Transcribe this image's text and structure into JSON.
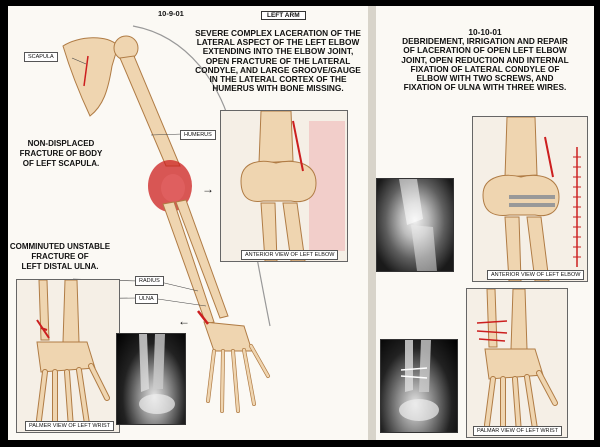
{
  "left": {
    "date": "10-9-01",
    "title": "LEFT ARM",
    "injury_description": [
      "SEVERE COMPLEX LACERATION OF THE",
      "LATERAL ASPECT OF THE LEFT ELBOW",
      "EXTENDING INTO THE ELBOW JOINT,",
      "OPEN FRACTURE OF THE LATERAL",
      "CONDYLE, AND LARGE GROOVE/GAUGE",
      "IN THE LATERAL CORTEX OF THE",
      "HUMERUS WITH BONE MISSING."
    ],
    "scapula_note": [
      "NON-DISPLACED",
      "FRACTURE OF BODY",
      "OF LEFT SCAPULA."
    ],
    "ulna_note": [
      "COMMINUTED UNSTABLE",
      "FRACTURE OF",
      "LEFT DISTAL ULNA."
    ],
    "labels": {
      "scapula": "SCAPULA",
      "humerus": "HUMERUS",
      "radius": "RADIUS",
      "ulna": "ULNA"
    },
    "elbow_caption": "ANTERIOR VIEW OF LEFT ELBOW",
    "wrist_caption": "PALMER VIEW OF LEFT WRIST"
  },
  "right": {
    "date": "10-10-01",
    "procedure_description": [
      "DEBRIDEMENT, IRRIGATION AND REPAIR",
      "OF LACERATION OF OPEN LEFT ELBOW",
      "JOINT, OPEN REDUCTION AND INTERNAL",
      "FIXATION OF LATERAL CONDYLE OF",
      "ELBOW WITH TWO SCREWS, AND",
      "FIXATION OF ULNA WITH THREE WIRES."
    ],
    "elbow_caption": "ANTERIOR VIEW OF LEFT ELBOW",
    "wrist_caption": "PALMAR VIEW OF LEFT WRIST"
  },
  "arrows": {
    "elbow": "→",
    "wrist": "←"
  },
  "colors": {
    "bone": "#efd5b0",
    "bone_edge": "#b07c45",
    "injury": "#cc1f1f",
    "board": "#fbf9f4"
  }
}
